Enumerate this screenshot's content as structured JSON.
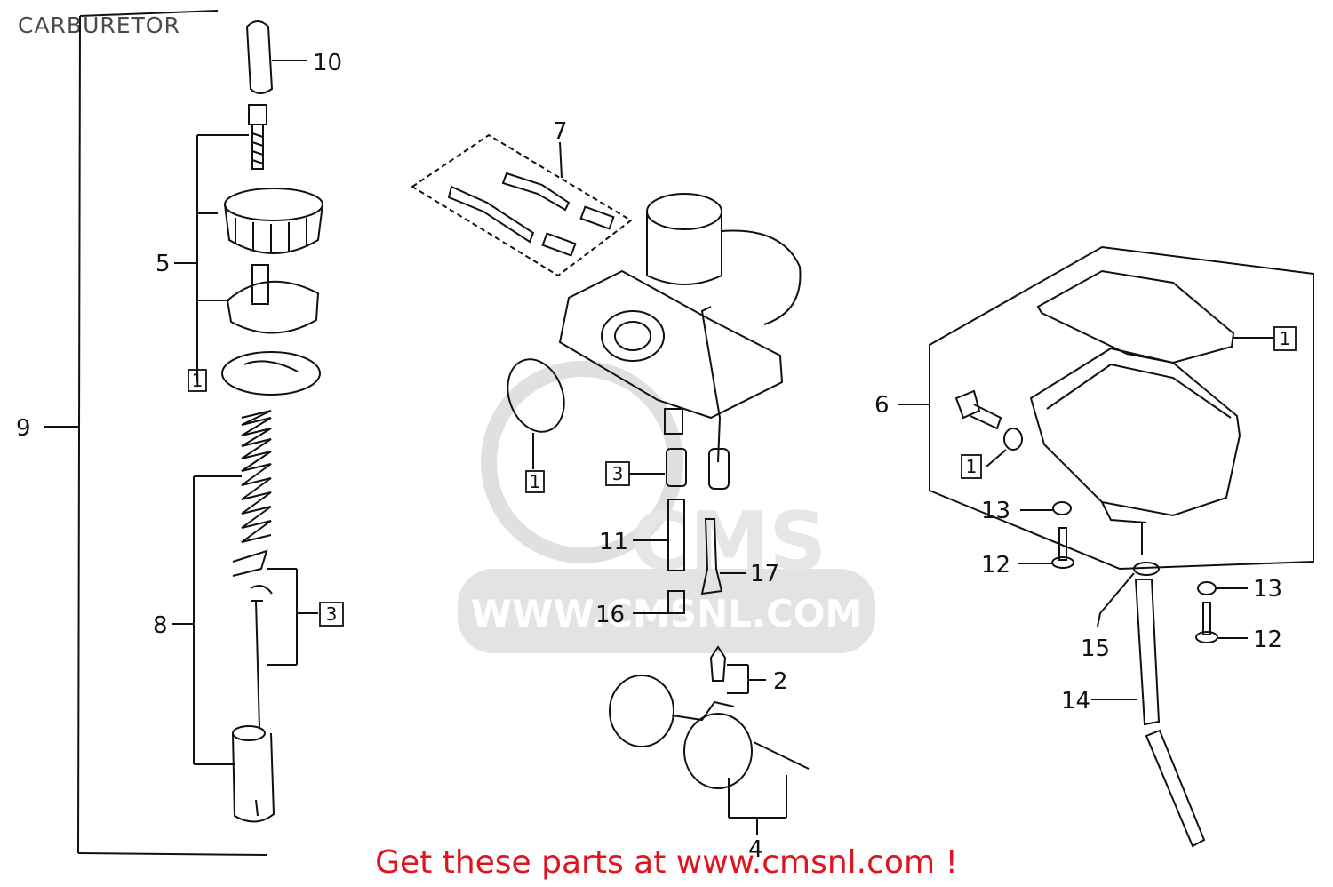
{
  "title": "CARBURETOR",
  "watermark": {
    "logo_text": "CMS",
    "url_text": "WWW.CMSNL.COM"
  },
  "footer": {
    "text": "Get these parts at www.cmsnl.com !"
  },
  "callouts": {
    "c10": "10",
    "c5": "5",
    "c9": "9",
    "c8": "8",
    "c7": "7",
    "c6": "6",
    "c11": "11",
    "c16": "16",
    "c17": "17",
    "c2": "2",
    "c4": "4",
    "c13a": "13",
    "c12a": "12",
    "c13b": "13",
    "c12b": "12",
    "c15": "15",
    "c14": "14"
  },
  "ref_boxes": {
    "r1_left": "1",
    "r3_left": "3",
    "r1_oring": "1",
    "r3_mid": "3",
    "r1_bowl": "1",
    "r1_bolt": "1"
  }
}
